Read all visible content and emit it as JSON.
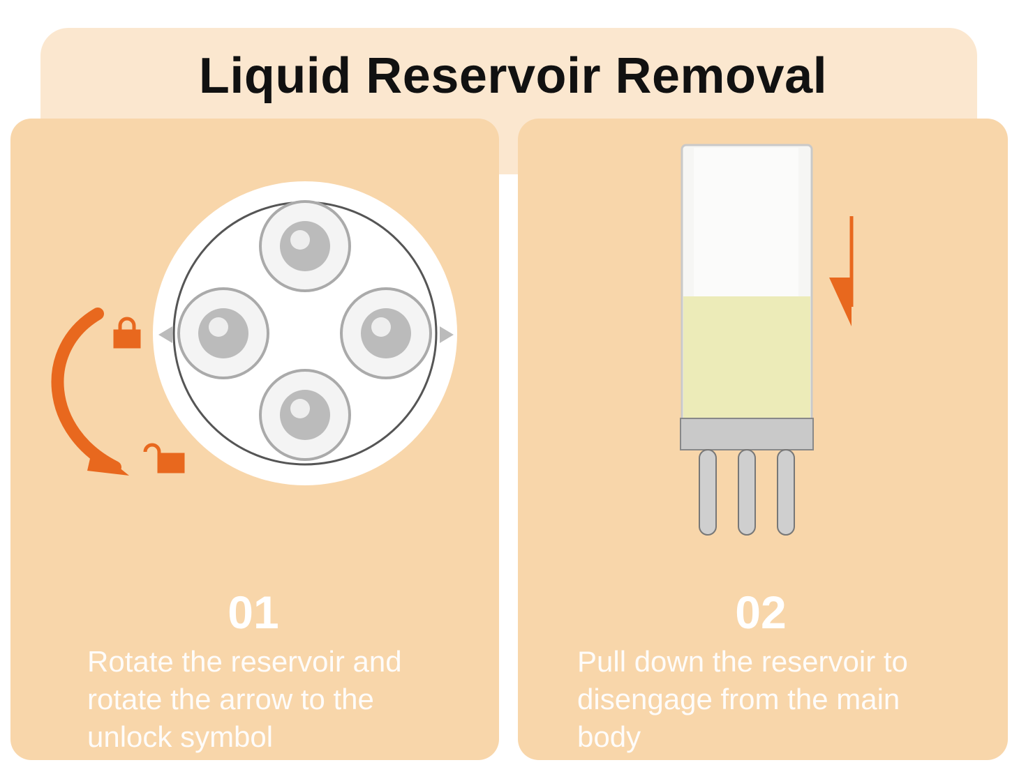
{
  "title": "Liquid Reservoir Removal",
  "steps": [
    {
      "number": "01",
      "text": "Rotate the reservoir and rotate the arrow to the unlock symbol"
    },
    {
      "number": "02",
      "text": "Pull down the reservoir to disengage from the main body"
    }
  ],
  "colors": {
    "accent": "#e8681e",
    "panel": "#f8d6aa",
    "header": "#fbe7cf",
    "liquid": "#ecebb8"
  }
}
